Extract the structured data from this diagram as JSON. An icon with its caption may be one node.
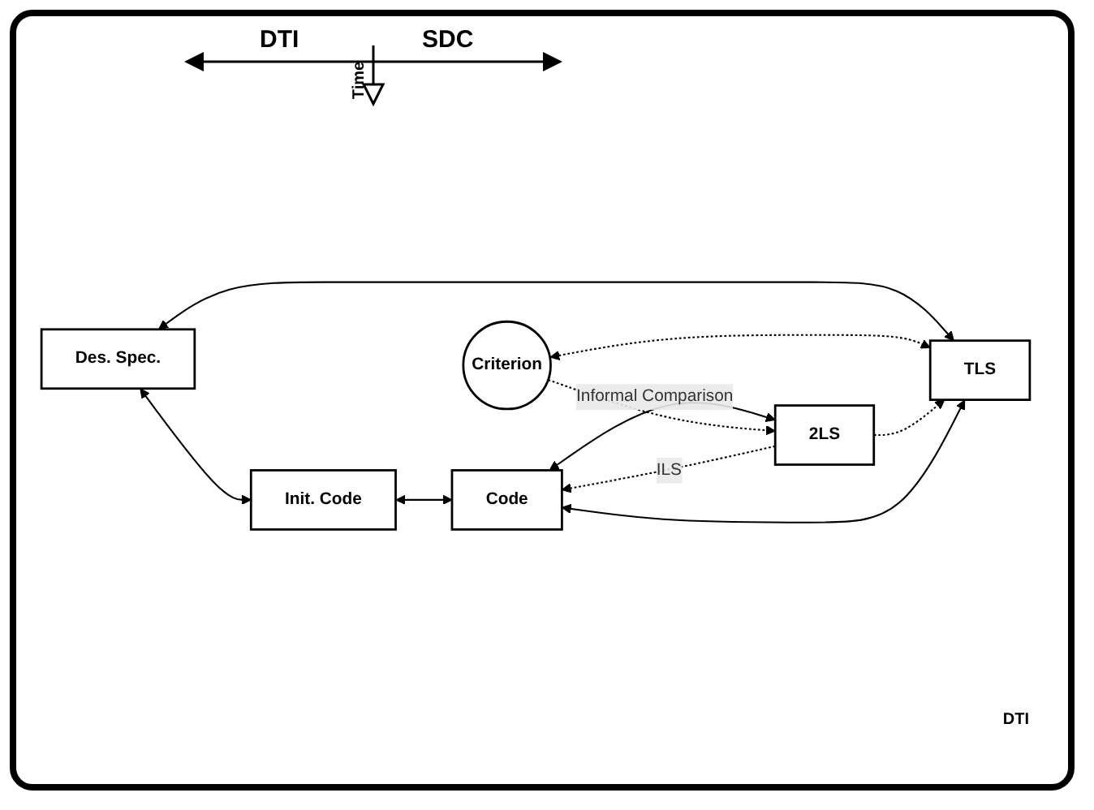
{
  "diagram": {
    "nodes": [
      {
        "text": [
          "Des. Spec."
        ]
      },
      {
        "text": [
          "Init. Code"
        ]
      },
      {
        "text": [
          "Code"
        ]
      },
      {
        "text": [
          "TLS"
        ]
      },
      {
        "text": [
          "2LS"
        ]
      },
      {
        "text": [
          "Criterion"
        ]
      }
    ],
    "edges": [
      {
        "from": 0,
        "to": 1,
        "arrow": "both"
      },
      {
        "from": 1,
        "to": 2,
        "arrow": "both"
      },
      {
        "from": 0,
        "to": 3,
        "arrow": "both"
      },
      {
        "from": 3,
        "to": 2,
        "arrow": "both"
      },
      {
        "from": 2,
        "to": 4,
        "arrow": "both",
        "label": "Informal Comparison"
      },
      {
        "from": 4,
        "to": 2,
        "arrow": "to",
        "label": "ILS",
        "style": "dashed"
      },
      {
        "from": 5,
        "to": 3,
        "arrow": "both",
        "style": "dashed"
      },
      {
        "from": 5,
        "to": 4,
        "arrow": "to",
        "style": "dashed"
      },
      {
        "from": 4,
        "to": 3,
        "arrow": "to",
        "style": "dashed"
      }
    ],
    "labels": [
      "DTI",
      "SDC",
      "Time",
      "DTI"
    ]
  }
}
